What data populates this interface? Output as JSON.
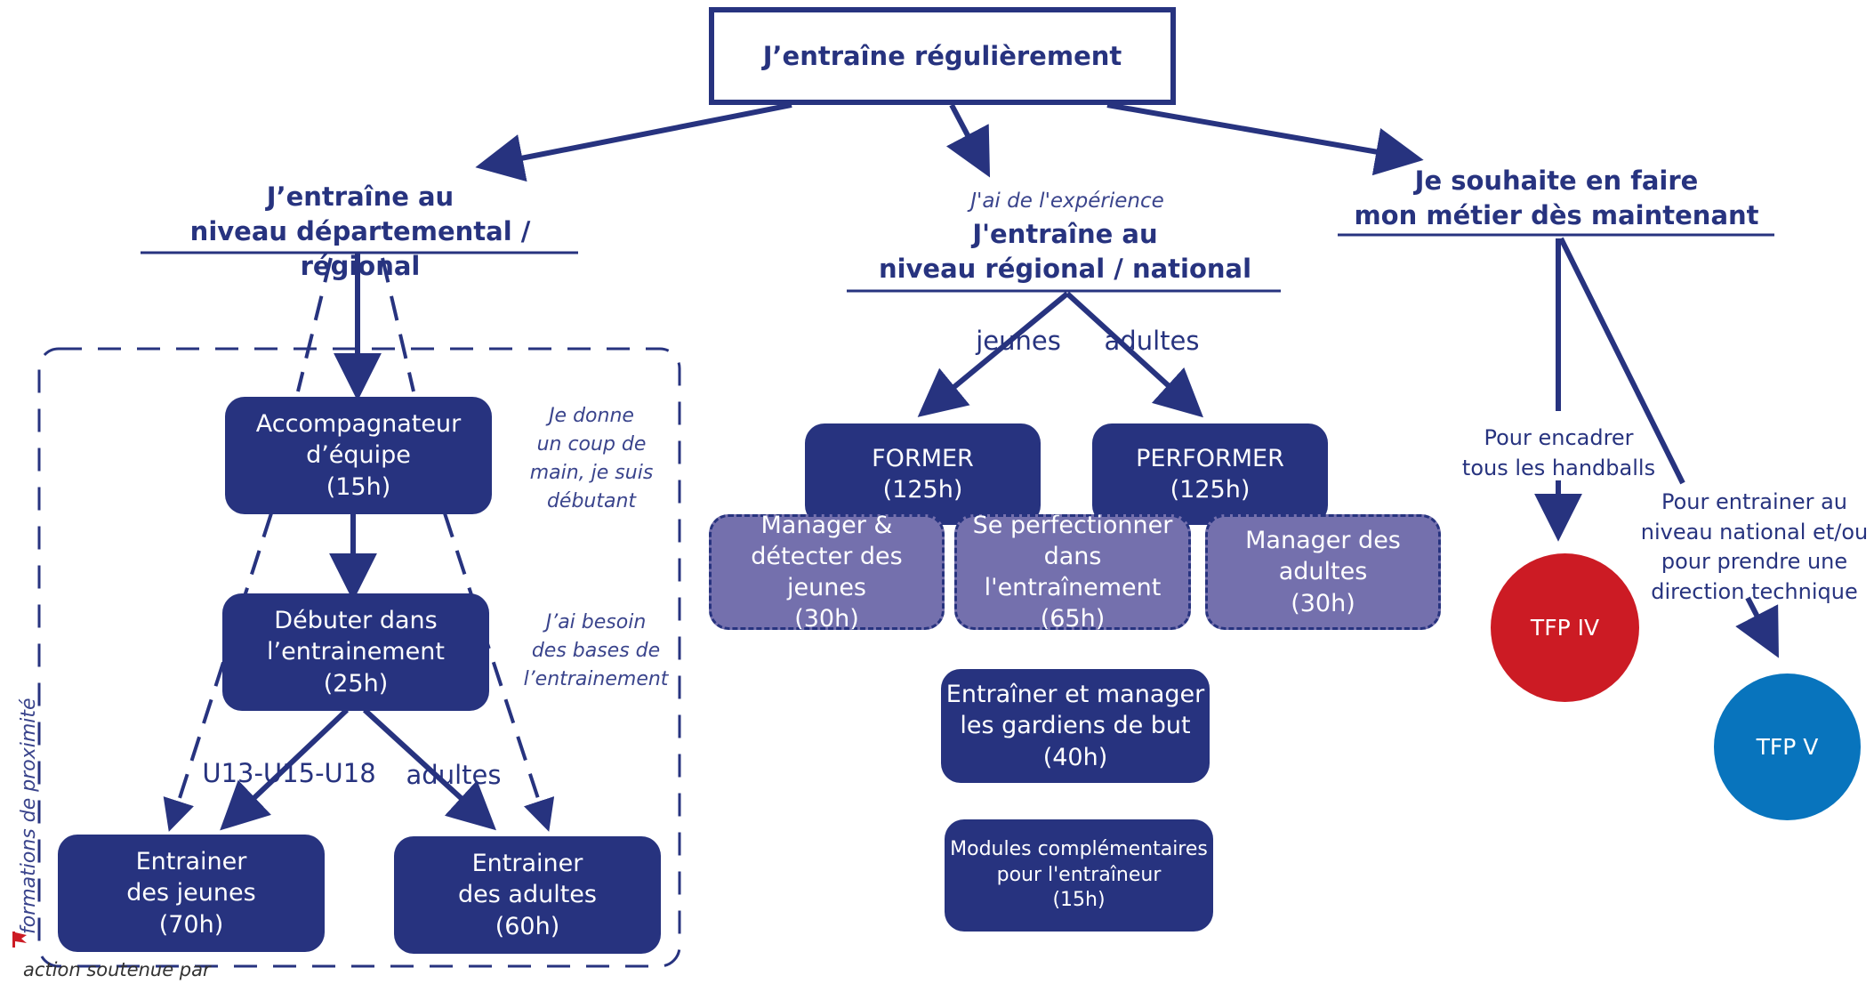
{
  "top": {
    "label": "J’entraîne régulièrement"
  },
  "branch_left": {
    "heading_line1": "J’entraîne au",
    "heading_line2": "niveau départemental / régional",
    "box_accompagnateur": {
      "line1": "Accompagnateur",
      "line2": "d’équipe",
      "line3": "(15h)"
    },
    "note_1": {
      "line1": "Je donne",
      "line2": "un coup de",
      "line3": "main, je suis",
      "line4": "débutant"
    },
    "box_debuter": {
      "line1": "Débuter dans",
      "line2": "l’entrainement",
      "line3": "(25h)"
    },
    "note_2": {
      "line1": "J’ai besoin",
      "line2": "des bases de",
      "line3": "l’entrainement"
    },
    "label_jeunes": "U13-U15-U18",
    "label_adultes": "adultes",
    "box_jeunes": {
      "line1": "Entrainer",
      "line2": "des jeunes",
      "line3": "(70h)"
    },
    "box_adultes": {
      "line1": "Entrainer",
      "line2": "des adultes",
      "line3": "(60h)"
    },
    "side_label": "formations de proximité",
    "footer": "action soutenue par"
  },
  "branch_middle": {
    "note": "J'ai de l'expérience",
    "heading_line1": "J'entraîne au",
    "heading_line2": "niveau régional / national",
    "label_jeunes": "jeunes",
    "label_adultes": "adultes",
    "box_former": {
      "line1": "FORMER",
      "line2": "(125h)"
    },
    "box_performer": {
      "line1": "PERFORMER",
      "line2": "(125h)"
    },
    "box_manager_jeunes": {
      "line1": "Manager &",
      "line2": "détecter des jeunes",
      "line3": "(30h)"
    },
    "box_perfectionner": {
      "line1": "Se perfectionner",
      "line2": "dans l'entraînement",
      "line3": "(65h)"
    },
    "box_manager_adultes": {
      "line1": "Manager des",
      "line2": "adultes",
      "line3": "(30h)"
    },
    "box_gardiens": {
      "line1": "Entraîner et manager",
      "line2": "les gardiens de but",
      "line3": "(40h)"
    },
    "box_modules": {
      "line1": "Modules complémentaires",
      "line2": "pour l'entraîneur",
      "line3": "(15h)"
    }
  },
  "branch_right": {
    "heading_line1": "Je souhaite en faire",
    "heading_line2": "mon métier dès maintenant",
    "label_tfp4": {
      "line1": "Pour encadrer",
      "line2": "tous les handballs"
    },
    "label_tfp5": {
      "line1": "Pour entrainer au",
      "line2": "niveau national et/ou",
      "line3": "pour prendre une",
      "line4": "direction technique"
    },
    "circle_tfp4": "TFP IV",
    "circle_tfp5": "TFP V"
  },
  "colors": {
    "navy": "#27337f",
    "light_purple": "#7470ad",
    "red": "#cc1b24",
    "blue": "#0874bd"
  }
}
